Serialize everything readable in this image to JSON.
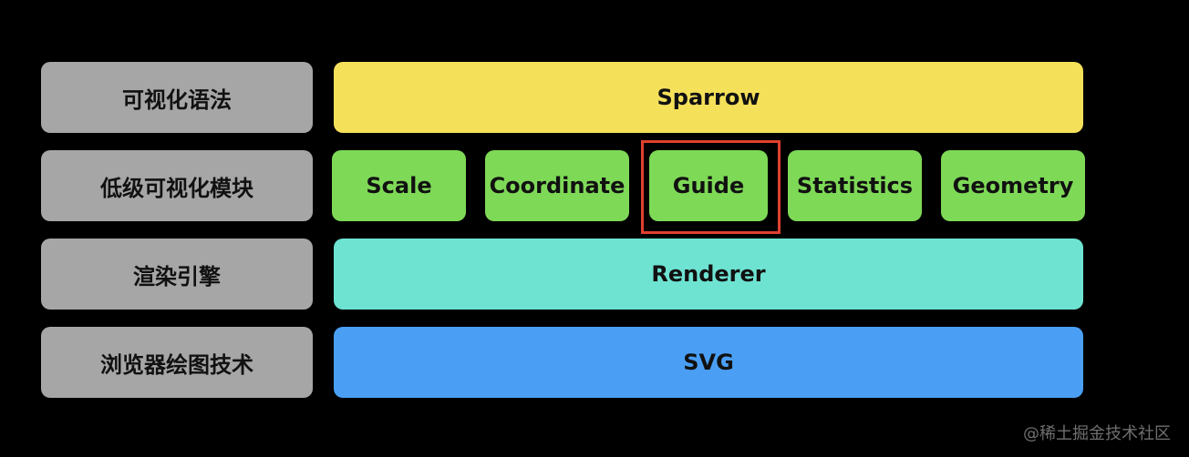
{
  "layers": {
    "grammar": {
      "label": "可视化语法",
      "content": "Sparrow"
    },
    "modules": {
      "label": "低级可视化模块",
      "items": [
        "Scale",
        "Coordinate",
        "Guide",
        "Statistics",
        "Geometry"
      ]
    },
    "render": {
      "label": "渲染引擎",
      "content": "Renderer"
    },
    "browser": {
      "label": "浏览器绘图技术",
      "content": "SVG"
    }
  },
  "colors": {
    "background": "#000000",
    "label_box": "#a6a6a6",
    "sparrow": "#f5e05a",
    "modules": "#7ed957",
    "renderer": "#6ee3d2",
    "svg": "#4a9ff5",
    "highlight_border": "#e0402f"
  },
  "highlighted_item": "Guide",
  "watermark": "@稀土掘金技术社区"
}
